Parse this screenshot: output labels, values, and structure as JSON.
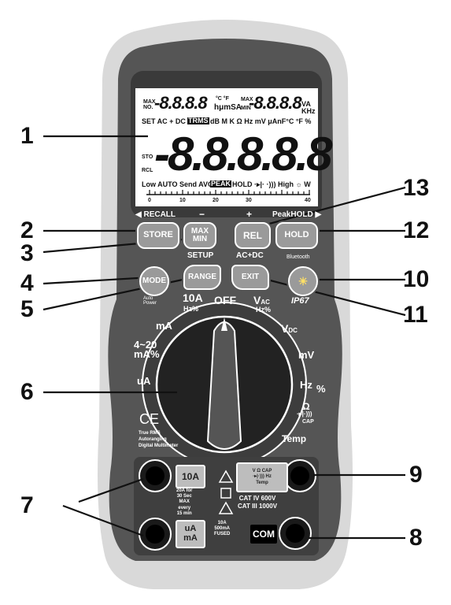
{
  "callouts": [
    "1",
    "2",
    "3",
    "4",
    "5",
    "6",
    "7",
    "8",
    "9",
    "10",
    "11",
    "12",
    "13"
  ],
  "lcd": {
    "max_no": "MAX\nNO.",
    "sub1": "-8.8.8.8",
    "deg": "°C °F",
    "units1": "hμmSA",
    "max_min": "MAX\nMIN",
    "sub2": "-8.8.8.8",
    "units2": "VA\nKHz",
    "row2_left": "SET AC + DC",
    "trms": "TRMS",
    "row2_right": "dB M K Ω Hz  mV μAnF°C °F %",
    "sto": "STO",
    "rcl": "RCL",
    "main": "-8.8.8.8.8",
    "row3_left": "Low AUTO Send AVG",
    "peak": "PEAK",
    "row3_right": "HOLD ·▸|· ·))) High ☼ W",
    "scale": [
      "0",
      "10",
      "20",
      "30",
      "40"
    ]
  },
  "buttons": {
    "recall": "◀ RECALL",
    "minus": "−",
    "plus": "+",
    "peakhold": "PeakHOLD ▶",
    "store": "STORE",
    "maxmin": "MAX\nMIN",
    "rel": "REL",
    "hold": "HOLD",
    "setup": "SETUP",
    "acdc": "AC+DC",
    "mode": "MODE",
    "range": "RANGE",
    "exit": "EXIT",
    "bluetooth": "Bluetooth",
    "auto_power": "Auto\nPower",
    "ip67": "IP67"
  },
  "dial": {
    "off": "OFF",
    "a10": "10A",
    "hz_pct": "Hz%",
    "ma": "mA",
    "ma420": "4~20\nmA%",
    "ua": "uA",
    "vac": "V",
    "vac_sub": "AC",
    "vac_hz": "Hz%",
    "vdc": "V",
    "vdc_sub": "DC",
    "mv": "mV",
    "hz": "Hz",
    "pct": "%",
    "ohm": "Ω",
    "cap": "CAP",
    "temp": "Temp"
  },
  "body": {
    "ce": "CE",
    "desc": "True RMS\nAutoranging\nDigital Multimeter"
  },
  "jacks": {
    "a10": "10A",
    "a10_note": "20A for\n30 Sec\nMAX\nevery\n15 min",
    "uama": "uA\nmA",
    "fused": "10A\n500mA\nFUSED",
    "com": "COM",
    "vohm": "V Ω CAP\n·▸|·))) Hz\nTemp",
    "cat": "CAT IV 600V\nCAT III 1000V"
  }
}
